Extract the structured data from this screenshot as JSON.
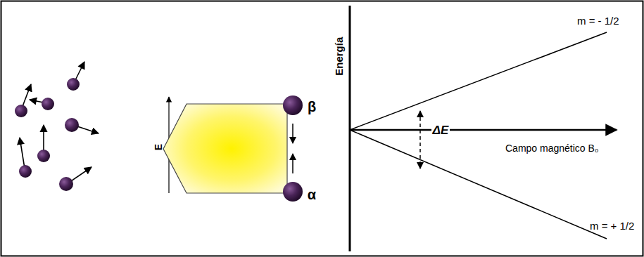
{
  "diagram": {
    "labels": [
      "E",
      "β",
      "α",
      "Energía",
      "ΔE",
      "Campo magnético B₀",
      "m = - 1/2",
      "m = + 1/2"
    ]
  }
}
